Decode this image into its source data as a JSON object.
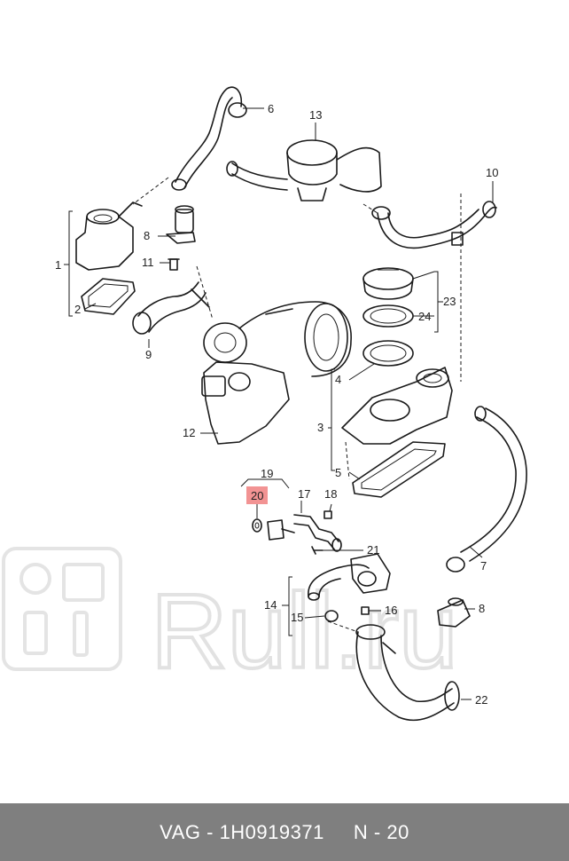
{
  "diagram": {
    "callouts": {
      "c1": "1",
      "c2": "2",
      "c3": "3",
      "c4": "4",
      "c5": "5",
      "c6": "6",
      "c7": "7",
      "c8a": "8",
      "c8b": "8",
      "c9": "9",
      "c10": "10",
      "c11": "11",
      "c12": "12",
      "c13": "13",
      "c14": "14",
      "c15": "15",
      "c16": "16",
      "c17": "17",
      "c18": "18",
      "c19": "19",
      "c20": "20",
      "c21": "21",
      "c22": "22",
      "c23": "23",
      "c24": "24"
    },
    "highlighted_callout": "20",
    "highlight_color": "#f08080",
    "watermark_text": "Rull.ru"
  },
  "footer": {
    "brand": "VAG",
    "separator": " - ",
    "part_number": "1H0919371",
    "position_label": "N - 20"
  }
}
